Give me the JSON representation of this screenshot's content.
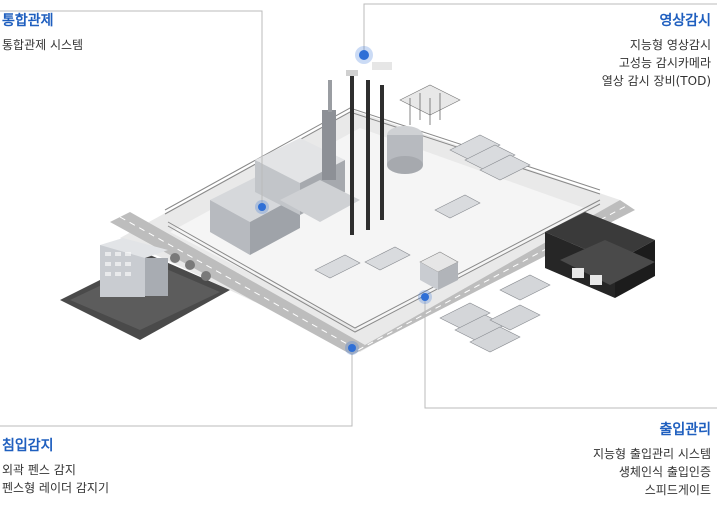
{
  "integrated_control": {
    "title": "통합관제",
    "items": [
      "통합관제 시스템"
    ]
  },
  "video_surveillance": {
    "title": "영상감시",
    "items": [
      "지능형 영상감시",
      "고성능 감시카메라",
      "열상 감시 장비(TOD)"
    ]
  },
  "intrusion_detection": {
    "title": "침입감지",
    "items": [
      "외곽 펜스 감지",
      "펜스형 레이더 감지기"
    ]
  },
  "access_control": {
    "title": "출입관리",
    "items": [
      "지능형 출입관리 시스템",
      "생체인식 출입인증",
      "스피드게이트"
    ]
  },
  "colors": {
    "accent": "#1f5fbf",
    "marker": "#2f6fd6",
    "leader_line": "#bbbbbb"
  }
}
